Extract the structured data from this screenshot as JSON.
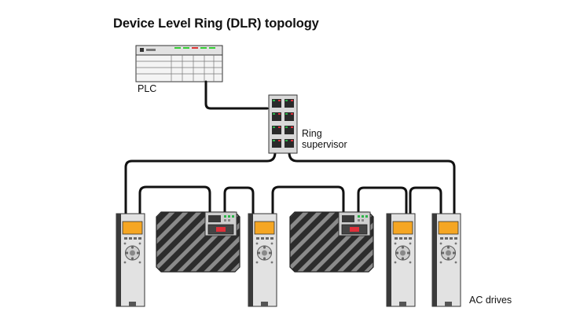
{
  "title": "Device Level Ring (DLR) topology",
  "labels": {
    "plc": "PLC",
    "ring_supervisor_line1": "Ring",
    "ring_supervisor_line2": "supervisor",
    "ac_drives": "AC drives"
  },
  "colors": {
    "cable": "#111111",
    "device_body": "#d9d9d9",
    "drive_display": "#f5a623",
    "drive_side": "#3a3a3a",
    "stripe_dark": "#2c2c2c",
    "stripe_light": "#8a8a8a",
    "port_green": "#2db34a",
    "port_red": "#e0303a",
    "plc_green": "#33cc33",
    "plc_red": "#dd3333"
  },
  "icons": {
    "plc": "plc-rack-icon",
    "switch": "ethernet-switch-icon",
    "drive": "ac-drive-icon",
    "module": "hatched-io-module-icon"
  }
}
